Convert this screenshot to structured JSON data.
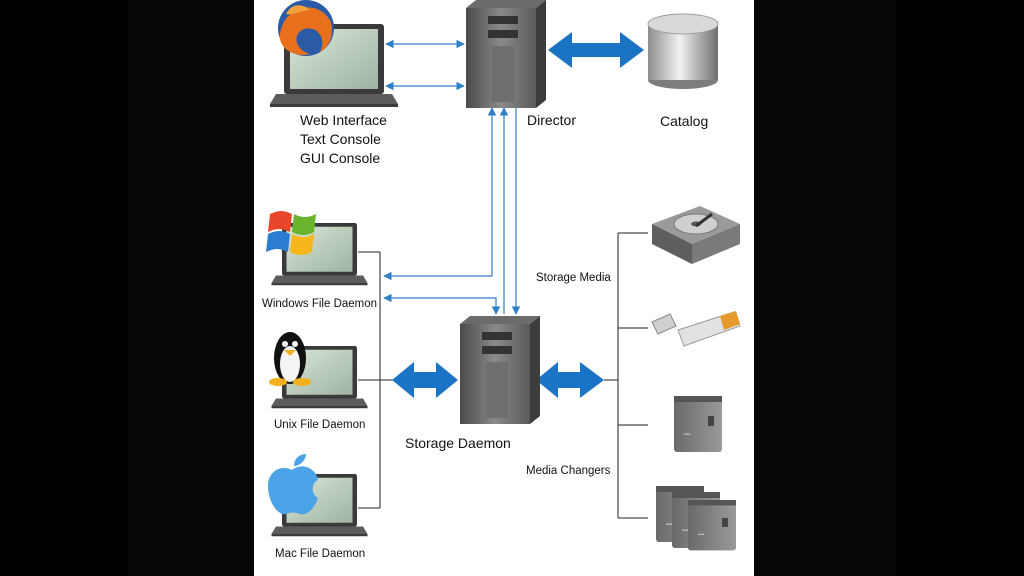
{
  "nodes": {
    "web_interface": "Web Interface",
    "text_console": "Text Console",
    "gui_console": "GUI Console",
    "director": "Director",
    "catalog": "Catalog",
    "windows_fd": "Windows File Daemon",
    "unix_fd": "Unix File Daemon",
    "mac_fd": "Mac File Daemon",
    "storage_daemon": "Storage Daemon",
    "storage_media": "Storage Media",
    "media_changers": "Media Changers"
  },
  "icons": {
    "web": "firefox-icon",
    "windows": "windows-logo-icon",
    "unix": "tux-penguin-icon",
    "mac": "apple-logo-icon"
  },
  "colors": {
    "arrow": "#1a73c4",
    "thin_arrow": "#2f7fc7",
    "background": "#ffffff",
    "frame": "#000000"
  }
}
